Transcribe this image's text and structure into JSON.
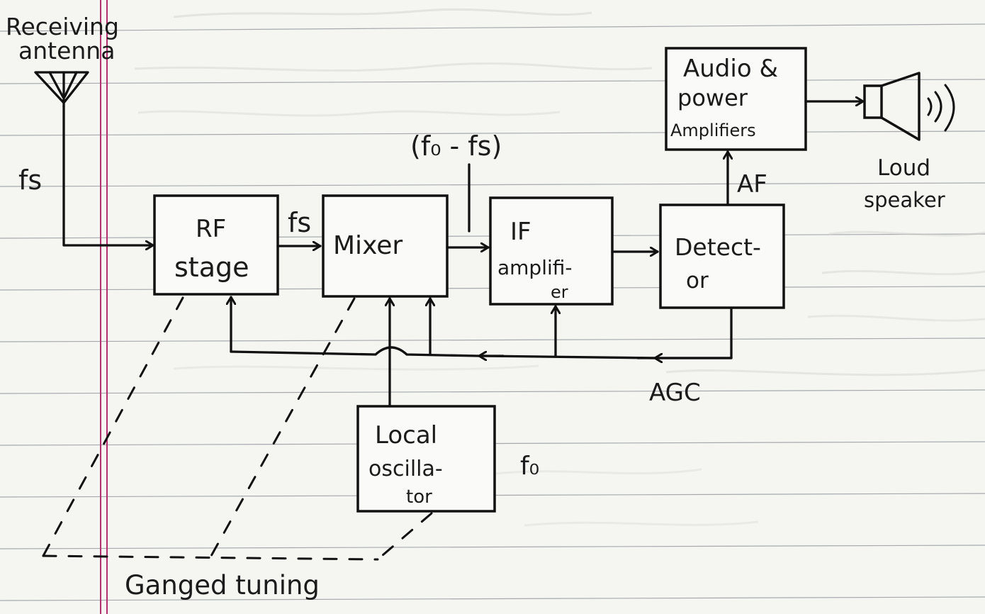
{
  "diagram": {
    "receiving_antenna": [
      "Receiving",
      "antenna"
    ],
    "fs_input": "fs",
    "fs_between": "fs",
    "mixer_output": "(f₀ - fs)",
    "rf_stage": [
      "RF",
      "stage"
    ],
    "mixer": [
      "Mixer"
    ],
    "if_amplifier": [
      "IF",
      "amplifi-",
      "er"
    ],
    "detector": [
      "Detect-",
      "or"
    ],
    "audio_power": [
      "Audio &",
      "power",
      "Amplifiers"
    ],
    "af_label": "AF",
    "loudspeaker": [
      "Loud",
      "speaker"
    ],
    "agc_label": "AGC",
    "local_oscillator": [
      "Local",
      "oscilla-",
      "tor"
    ],
    "fo_label": "f₀",
    "ganged_tuning": "Ganged tuning"
  }
}
